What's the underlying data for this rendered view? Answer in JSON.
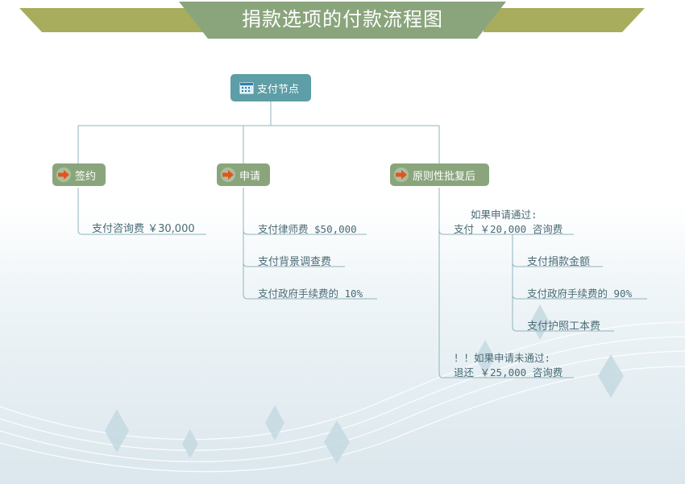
{
  "title": "捐款选项的付款流程图",
  "root": {
    "label": "支付节点",
    "icon": "calendar-icon"
  },
  "branches": [
    {
      "label": "签约",
      "icon": "arrow-right-icon"
    },
    {
      "label": "申请",
      "icon": "arrow-right-icon"
    },
    {
      "label": "原则性批复后",
      "icon": "arrow-right-icon"
    }
  ],
  "leaves": {
    "sign": [
      "支付咨询费 ￥30,000"
    ],
    "apply": [
      "支付律师费 $50,000",
      "支付背景调查费",
      "支付政府手续费的 10%"
    ],
    "approve_pass_note": "如果申请通过:",
    "approve_pass": "支付 ￥20,000 咨询费",
    "approve_pass_sub": [
      "支付捐款金额",
      "支付政府手续费的 90%",
      "支付护照工本费"
    ],
    "approve_fail_note": "！！如果申请未通过:",
    "approve_fail": "退还 ￥25,000 咨询费"
  },
  "colors": {
    "banner": "#a8ad5e",
    "title_bg": "#8aa57c",
    "root": "#5e9ea6",
    "branch": "#8aa57c",
    "connector": "#8fb5bd",
    "text": "#4a6b74"
  }
}
